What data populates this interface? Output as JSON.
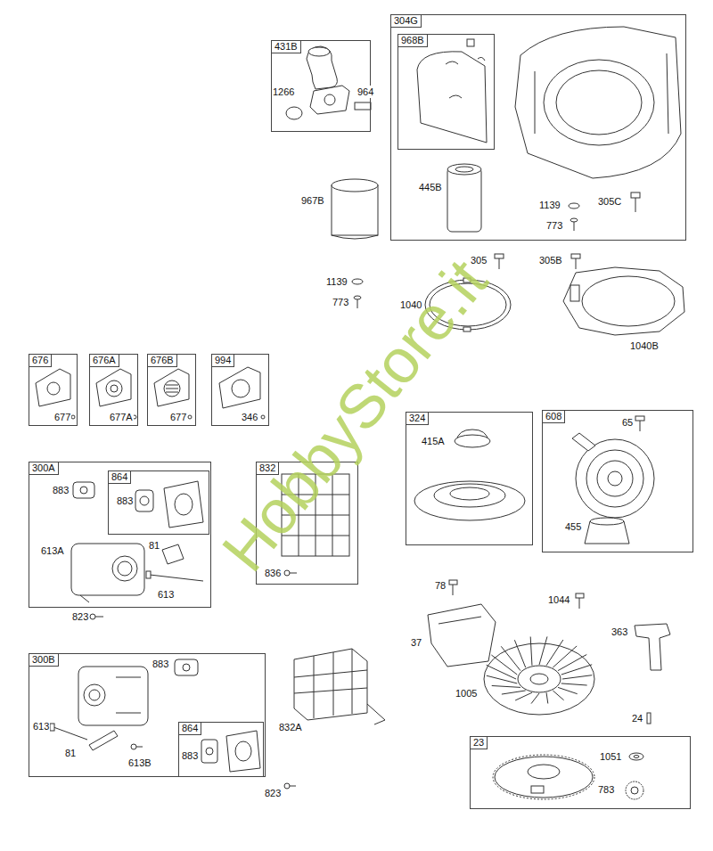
{
  "diagram": {
    "nodes": [
      {
        "text": [
          "431B"
        ]
      },
      {
        "text": [
          "304G"
        ]
      },
      {
        "text": [
          "968B"
        ],
        "in": 1
      },
      {
        "text": [
          "676"
        ]
      },
      {
        "text": [
          "676A"
        ]
      },
      {
        "text": [
          "676B"
        ]
      },
      {
        "text": [
          "994"
        ]
      },
      {
        "text": [
          "324"
        ]
      },
      {
        "text": [
          "608"
        ]
      },
      {
        "text": [
          "300A"
        ]
      },
      {
        "text": [
          "864"
        ],
        "in": 9
      },
      {
        "text": [
          "832"
        ]
      },
      {
        "text": [
          "300B"
        ]
      },
      {
        "text": [
          "864"
        ],
        "in": 12
      },
      {
        "text": [
          "23"
        ]
      }
    ],
    "labels": [
      "1266",
      "964",
      "967B",
      "445B",
      "1139",
      "305C",
      "773",
      "305",
      "305B",
      "1139",
      "773",
      "1040",
      "1040B",
      "677",
      "677A",
      "677",
      "346",
      "415A",
      "65",
      "455",
      "883",
      "883",
      "613A",
      "81",
      "613",
      "836",
      "823",
      "78",
      "1044",
      "37",
      "363",
      "1005",
      "24",
      "883",
      "613",
      "81",
      "613B",
      "883",
      "832A",
      "823",
      "1051",
      "783",
      "HobbyStore.it"
    ]
  }
}
